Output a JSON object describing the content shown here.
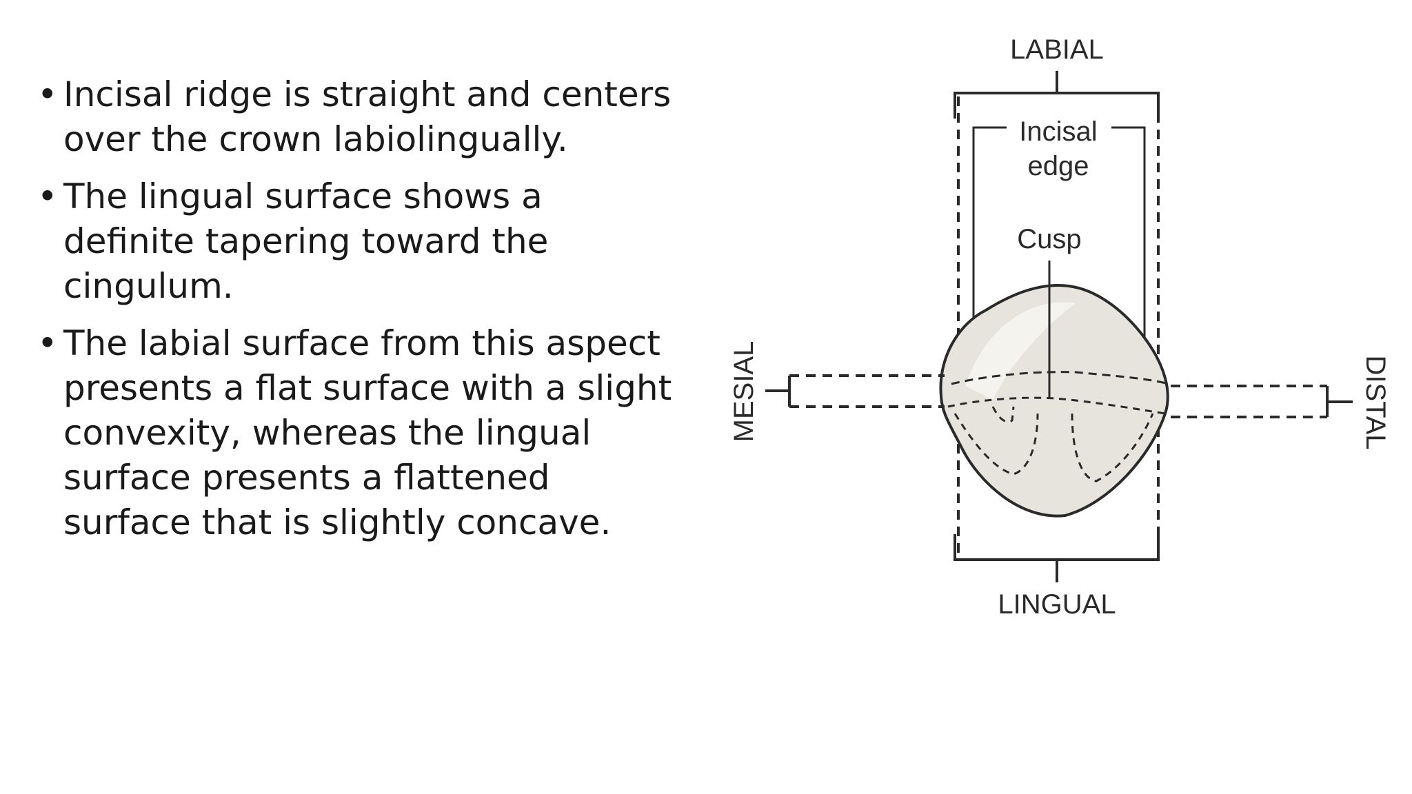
{
  "bullets": [
    "Incisal ridge is straight and centers over the crown labiolingually.",
    "The lingual surface shows a definite tapering toward the cingulum.",
    "The labial surface from this aspect presents a flat surface with a slight convexity, whereas the lingual surface presents a flattened surface that is slightly concave."
  ],
  "bullet_symbol": "•",
  "diagram": {
    "labels": {
      "top": "LABIAL",
      "bottom": "LINGUAL",
      "left": "MESIAL",
      "right": "DISTAL",
      "incisal_line1": "Incisal",
      "incisal_line2": "edge",
      "cusp": "Cusp"
    },
    "colors": {
      "tooth_fill": "#e6e4dc",
      "line": "#2a2a2a"
    }
  }
}
